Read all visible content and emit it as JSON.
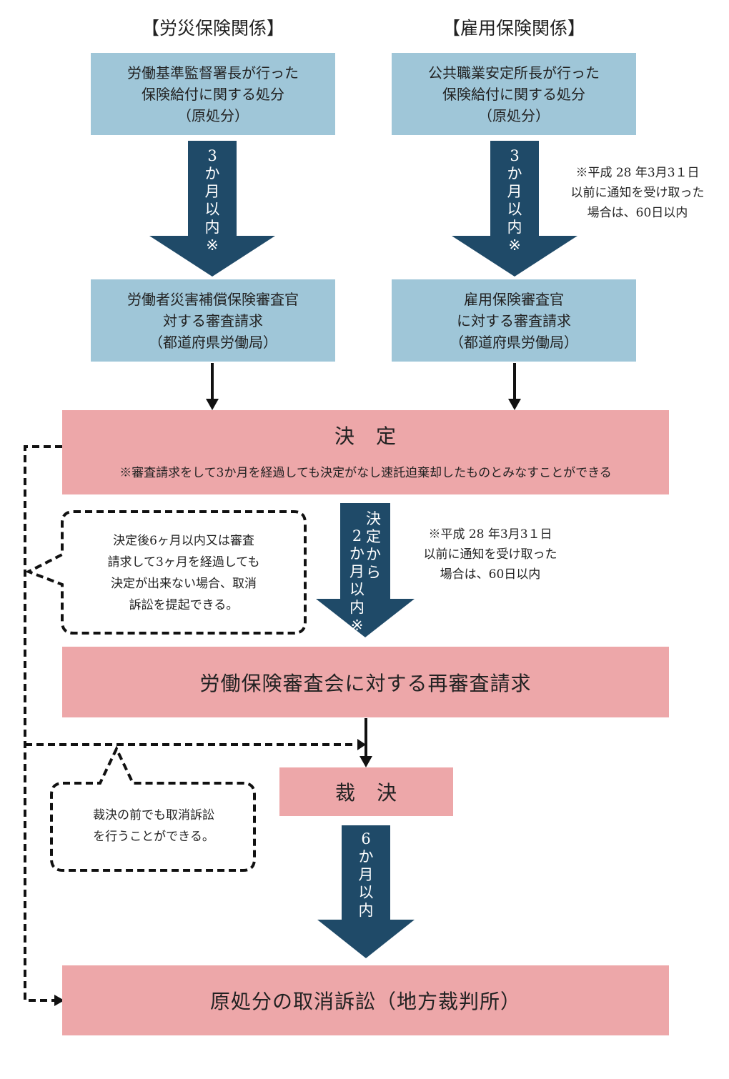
{
  "headings": {
    "left": "【労災保険関係】",
    "right": "【雇用保険関係】"
  },
  "boxes": {
    "left_original": "労働基準監督署長が行った\n保険給付に関する処分\n（原処分）",
    "right_original": "公共職業安定所長が行った\n保険給付に関する処分\n（原処分）",
    "left_review": "労働者災害補償保険審査官\n対する審査請求\n（都道府県労働局）",
    "right_review": "雇用保険審査官\nに対する審査請求\n（都道府県労働局）",
    "decision_title": "決　定",
    "decision_note": "※審査請求をして3か月を経過しても決定がなし速託迫棄却したものとみなすことができる",
    "reexam": "労働保険審査会に対する再審査請求",
    "ruling": "裁　決",
    "lawsuit": "原処分の取消訴訟（地方裁判所）"
  },
  "arrows": {
    "left_period": [
      "3",
      "か",
      "月",
      "以",
      "内",
      "※"
    ],
    "right_period": [
      "3",
      "か",
      "月",
      "以",
      "内",
      "※"
    ],
    "decision_period_col1": [
      "決",
      "定",
      "か",
      "ら"
    ],
    "decision_period_col2": [
      "2",
      "か",
      "月",
      "以",
      "内",
      "※"
    ],
    "ruling_period": [
      "6",
      "か",
      "月",
      "以",
      "内"
    ]
  },
  "notes": {
    "top_right": "※平成 28 年3月3１日\n以前に通知を受け取った\n場合は、60日以内",
    "middle": "※平成 28 年3月3１日\n以前に通知を受け取った\n場合は、60日以内"
  },
  "callouts": {
    "first": "決定後6ヶ月以内又は審査\n請求して3ヶ月を経過しても\n決定が出来ない場合、取消\n訴訟を提起できる。",
    "second": "裁決の前でも取消訴訟\nを行うことができる。"
  },
  "colors": {
    "blue_box": "#9fc6d8",
    "pink_box": "#eda7a9",
    "arrow": "#1f4a68"
  }
}
